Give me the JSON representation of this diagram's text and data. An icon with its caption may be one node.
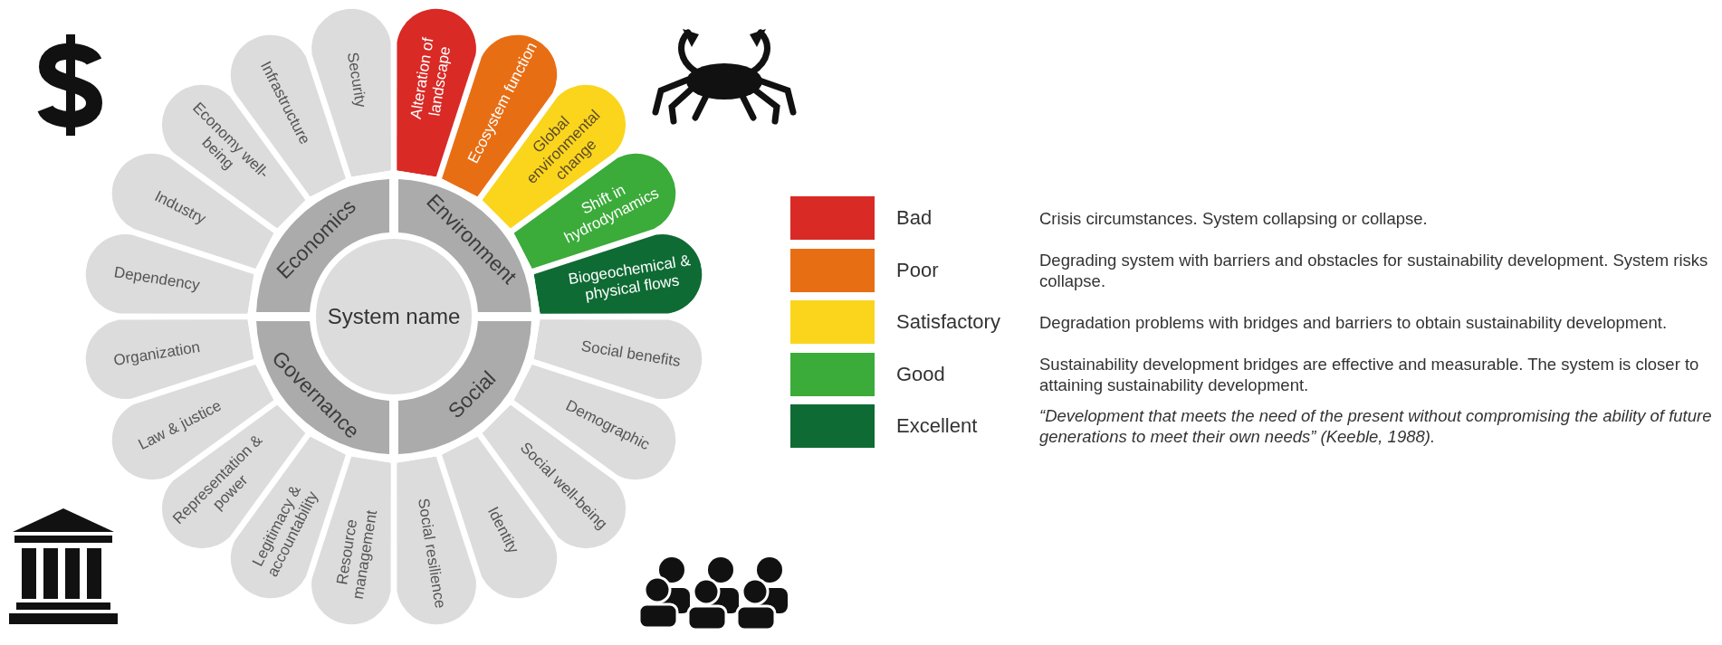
{
  "diagram": {
    "nodes": [
      {
        "text": [
          "System name"
        ]
      },
      {
        "text": [
          "Economics"
        ]
      },
      {
        "text": [
          "Environment"
        ]
      },
      {
        "text": [
          "Governance"
        ]
      },
      {
        "text": [
          "Social"
        ]
      },
      {
        "text": [
          "Alteration of landscape"
        ]
      },
      {
        "text": [
          "Ecosystem function"
        ]
      },
      {
        "text": [
          "Global environmental change"
        ]
      },
      {
        "text": [
          "Shift in hydrodynamics"
        ]
      },
      {
        "text": [
          "Biogeochemical & physical flows"
        ]
      },
      {
        "text": [
          "Social benefits"
        ]
      },
      {
        "text": [
          "Demographic"
        ]
      },
      {
        "text": [
          "Social well-being"
        ]
      },
      {
        "text": [
          "Identity"
        ]
      },
      {
        "text": [
          "Social resilience"
        ]
      },
      {
        "text": [
          "Resource management"
        ]
      },
      {
        "text": [
          "Legitimacy & accountability"
        ]
      },
      {
        "text": [
          "Representation & power"
        ]
      },
      {
        "text": [
          "Law & justice"
        ]
      },
      {
        "text": [
          "Organization"
        ]
      },
      {
        "text": [
          "Dependency"
        ]
      },
      {
        "text": [
          "Industry"
        ]
      },
      {
        "text": [
          "Economy well-being"
        ]
      },
      {
        "text": [
          "Infrastructure"
        ]
      },
      {
        "text": [
          "Security"
        ]
      }
    ],
    "edges": [],
    "labels": [
      "Crisis circumstances. System collapsing or collapse.",
      "Degrading system with barriers and obstacles for sustainability development. System risks collapse.",
      "Degradation problems with bridges and barriers to obtain sustainability development.",
      "Sustainability development bridges are effective and measurable. The system is closer to attaining sustainability development.",
      "“Development that meets the need of the present without compromising the ability of future generations to meet their own needs” (Keeble, 1988)."
    ],
    "legend": [
      {
        "text": "Bad",
        "color": "#d92a26"
      },
      {
        "text": "Poor",
        "color": "#e86e14"
      },
      {
        "text": "Satisfactory",
        "color": "#fad51c"
      },
      {
        "text": "Good",
        "color": "#3bab3a"
      },
      {
        "text": "Excellent",
        "color": "#0f6b34"
      }
    ]
  }
}
